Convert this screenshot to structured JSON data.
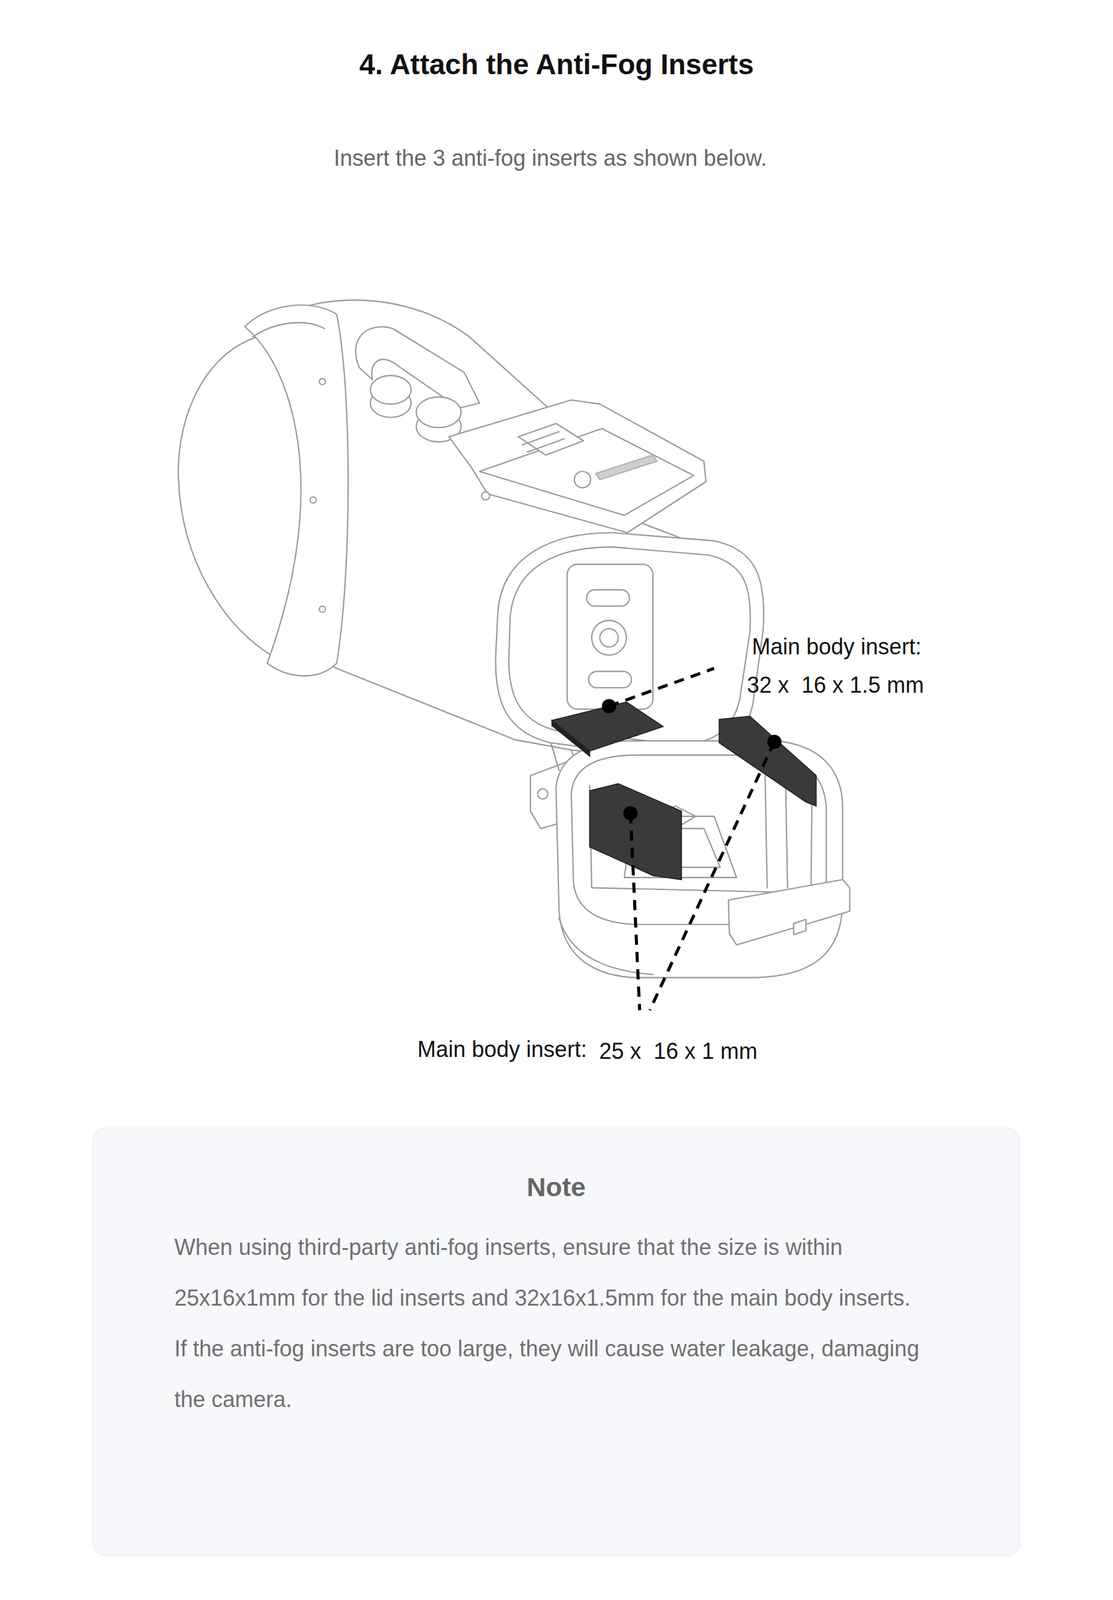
{
  "diagram": {
    "title": "4. Attach the Anti-Fog Inserts",
    "nodes": [
      {
        "text": [
          "Note",
          "When using third-party anti-fog inserts, ensure that the size is within 25x16x1mm for the lid inserts and 32x16x1.5mm for the main body inserts.",
          "If the anti-fog inserts are too large, they will cause water leakage, damaging the camera."
        ]
      }
    ],
    "labels": [
      "Insert the 3 anti-fog inserts as shown below.",
      "Main body insert:",
      "32 x  16 x 1.5 mm",
      "Main body insert:",
      "25 x  16 x 1 mm"
    ]
  }
}
